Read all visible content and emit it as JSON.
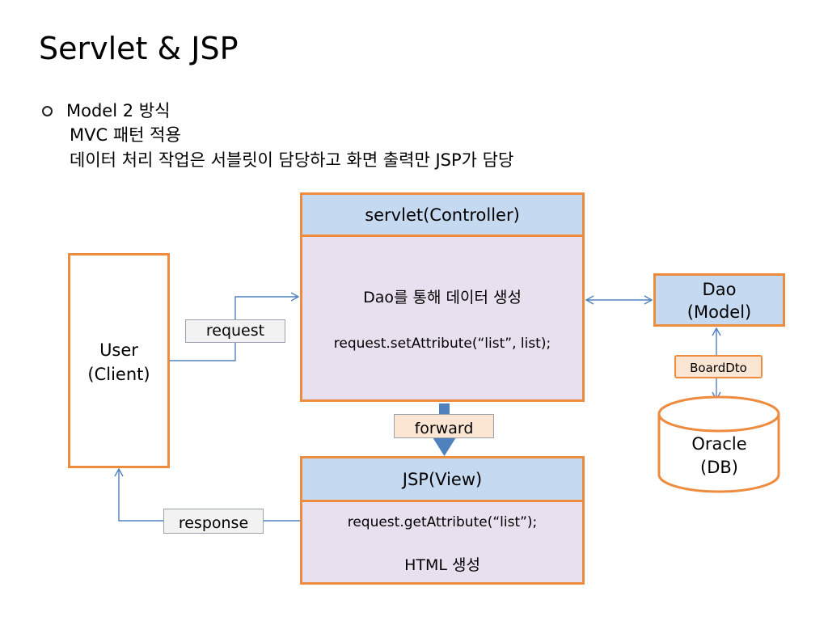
{
  "slide": {
    "title": "Servlet & JSP",
    "bullet": {
      "line1": "Model 2 방식",
      "line2": "MVC 패턴 적용",
      "line3": "데이터 처리 작업은 서블릿이 담당하고 화면 출력만 JSP가 담당"
    }
  },
  "diagram": {
    "user": {
      "line1": "User",
      "line2": "(Client)"
    },
    "servlet": {
      "header": "servlet(Controller)",
      "line1": "Dao를 통해 데이터 생성",
      "line2": "request.setAttribute(“list”, list);"
    },
    "jsp": {
      "header": "JSP(View)",
      "line1": "request.getAttribute(“list”);",
      "line2": "HTML 생성"
    },
    "dao": {
      "line1": "Dao",
      "line2": "(Model)"
    },
    "db": {
      "line1": "Oracle",
      "line2": "(DB)"
    },
    "labels": {
      "request": "request",
      "response": "response",
      "forward": "forward",
      "boarddto": "BoardDto"
    },
    "colors": {
      "box_border": "#ed8b3f",
      "header_fill": "#c5d9f1",
      "body_fill": "#e8e0ee",
      "connector": "#4f81bd"
    }
  }
}
